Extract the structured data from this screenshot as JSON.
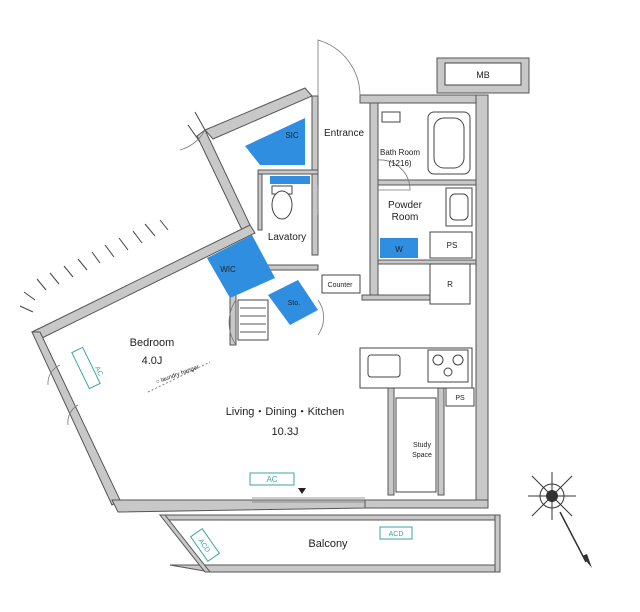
{
  "plan": {
    "rooms": {
      "sic": "SIC",
      "entrance": "Entrance",
      "bath_room": "Bath Room",
      "bath_size": "(1216)",
      "powder_room_1": "Powder",
      "powder_room_2": "Room",
      "lavatory": "Lavatory",
      "wic": "WIC",
      "sto": "Sto.",
      "counter": "Counter",
      "w": "W",
      "ps_top": "PS",
      "r": "R",
      "ps_kitchen": "PS",
      "bedroom": "Bedroom",
      "bedroom_size": "4.0J",
      "laundry_hanger": "○ laundry hanger",
      "ldk": "Living・Dining・Kitchen",
      "ldk_size": "10.3J",
      "study_1": "Study",
      "study_2": "Space",
      "balcony": "Balcony",
      "mb": "MB"
    },
    "equipment": {
      "ac_bedroom": "AC",
      "ac_ldk": "AC",
      "acd_left": "ACD",
      "acd_right": "ACD"
    },
    "colors": {
      "storage_fill": "#2f8ee0",
      "ac_outline": "#3aa6a0",
      "wall": "#c8c8c8"
    }
  }
}
